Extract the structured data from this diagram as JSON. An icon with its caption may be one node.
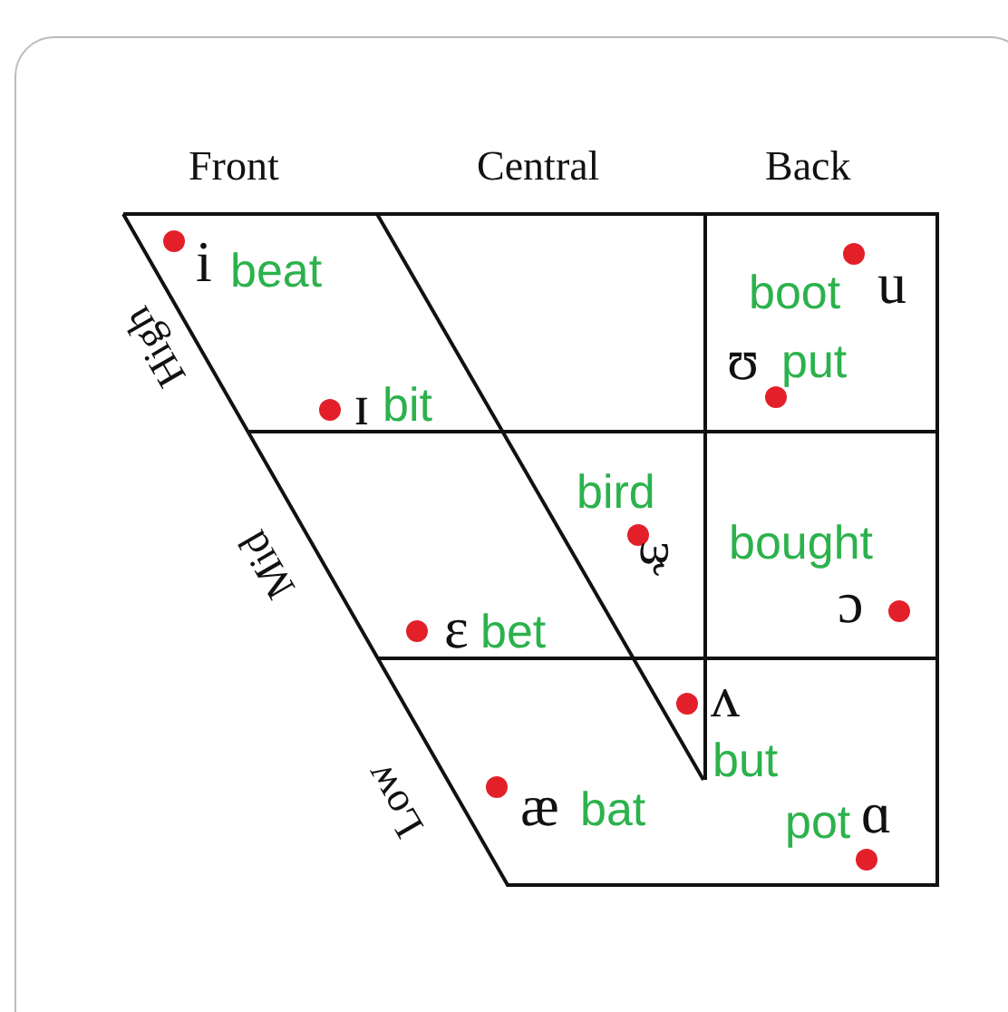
{
  "diagram": {
    "labels": [
      "Front",
      "Central",
      "Back",
      "i",
      "beat",
      "boot",
      "u",
      "High",
      "ʊ",
      "put",
      "ɪ",
      "bit",
      "bird",
      "ɝ",
      "bought",
      "Mid",
      "ɔ",
      "ɛ",
      "bet",
      "ʌ",
      "but",
      "Low",
      "æ",
      "bat",
      "pot",
      "ɑ"
    ]
  }
}
